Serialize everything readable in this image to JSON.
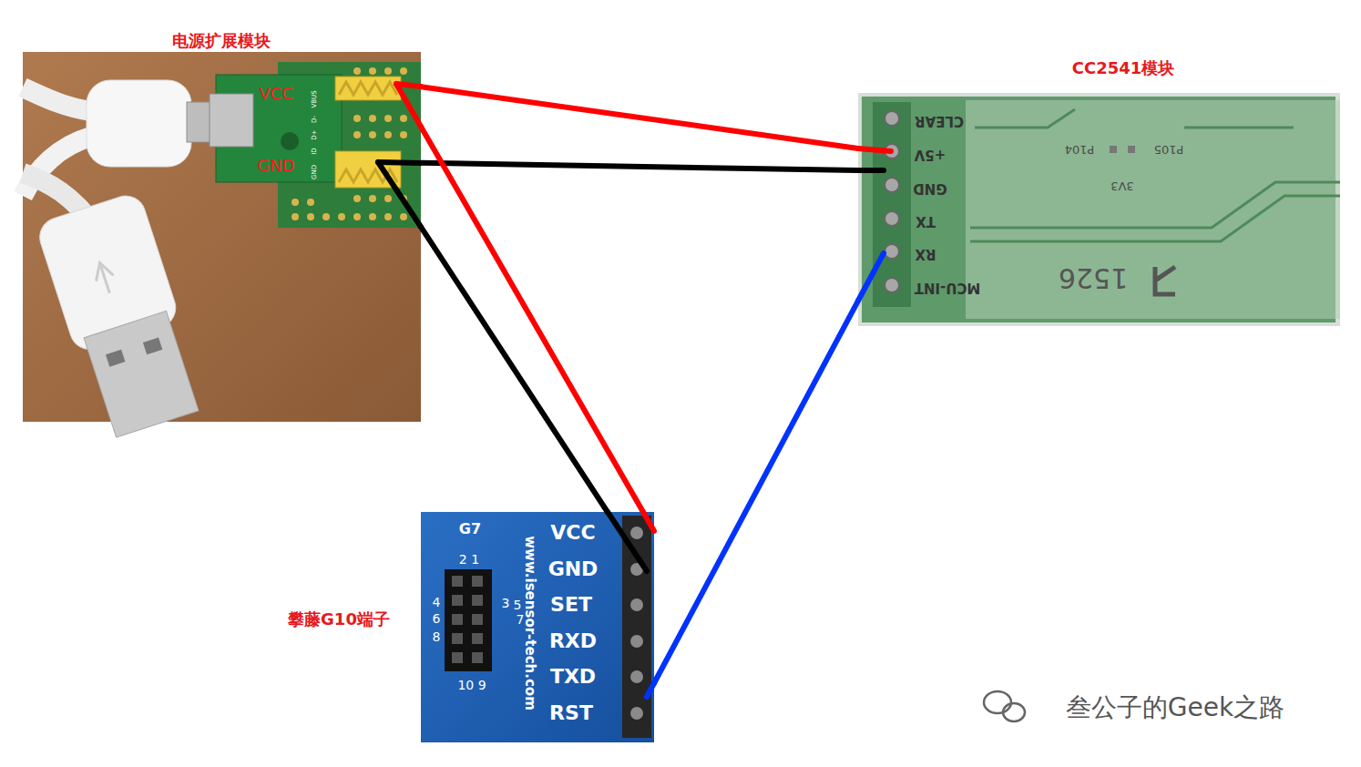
{
  "diagram": {
    "nodes": [
      {
        "text": [
          "电源扩展模块"
        ]
      },
      {
        "text": [
          "CC2541模块"
        ]
      },
      {
        "text": [
          "攀藤G10端子"
        ]
      }
    ],
    "edges": [
      {
        "from": 0,
        "to": 1,
        "arrow": "none"
      },
      {
        "from": 0,
        "to": 1,
        "arrow": "none"
      },
      {
        "from": 0,
        "to": 2,
        "arrow": "none"
      },
      {
        "from": 0,
        "to": 2,
        "arrow": "none"
      },
      {
        "from": 1,
        "to": 2,
        "arrow": "none"
      }
    ],
    "labels": [
      "VCC",
      "GND",
      "VBUS",
      "D-",
      "D+",
      "ID",
      "GND",
      "CLEAR",
      "+5V",
      "GND",
      "TX",
      "RX",
      "MCU-INT",
      "P104",
      "P105",
      "3V3",
      "1526",
      "G7",
      "VCC",
      "GND",
      "SET",
      "RXD",
      "TXD",
      "RST",
      "www.isensor-tech.com",
      "2 1",
      "4",
      "6",
      "8",
      "3",
      "5",
      "7",
      "10 9",
      "叁公子的Geek之路"
    ]
  }
}
